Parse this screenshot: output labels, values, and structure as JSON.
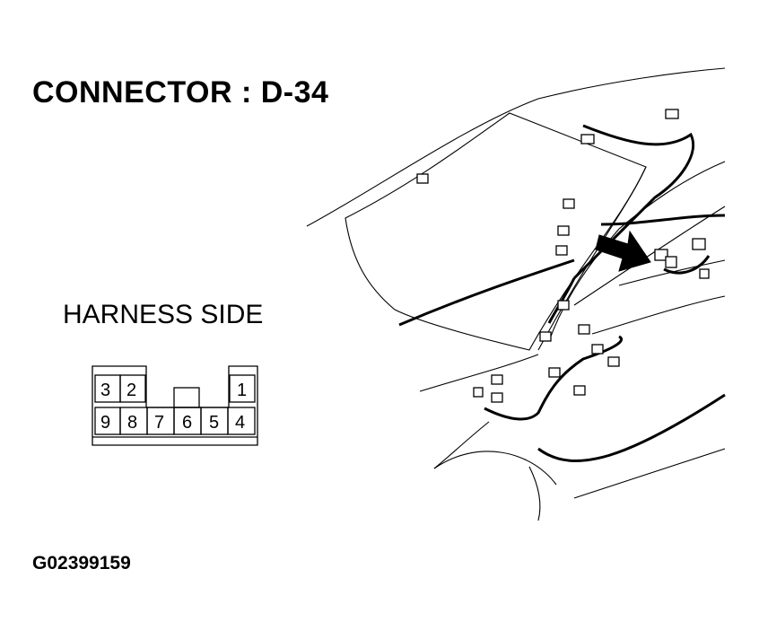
{
  "title": "CONNECTOR : D-34",
  "subtitle": "HARNESS SIDE",
  "figure_code": "G02399159",
  "connector": {
    "top_row": [
      "3",
      "2",
      "1"
    ],
    "bottom_row": [
      "9",
      "8",
      "7",
      "6",
      "5",
      "4"
    ]
  }
}
